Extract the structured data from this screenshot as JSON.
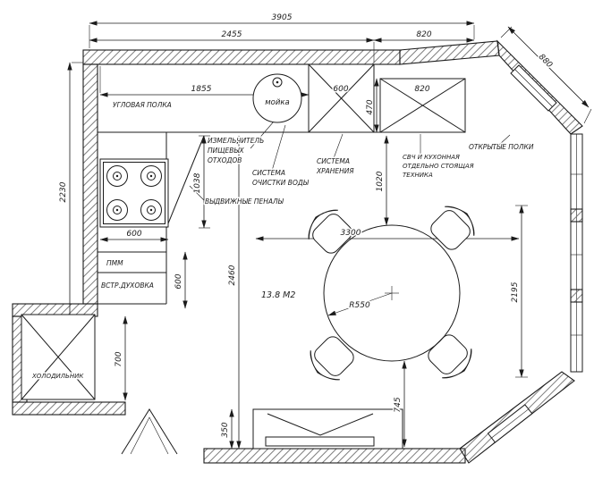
{
  "area_label": "13.8 М2",
  "dims": {
    "overall_width": "3905",
    "top_span_left": "2455",
    "top_span_right": "820",
    "bay_diagonal": "880",
    "left_wall_height": "2230",
    "counter_run": "1855",
    "storage_width": "600",
    "appliance_width": "820",
    "appliance_depth": "470",
    "corner_unit_depth": "1038",
    "stove_width": "600",
    "oven_column_height": "600",
    "fridge_niche_depth": "700",
    "room_depth": "2460",
    "room_width": "3300",
    "table_clearance": "1020",
    "right_wall_span": "2195",
    "table_radius": "R550",
    "bench_clearance": "745",
    "bench_offset": "350"
  },
  "labels": {
    "corner_shelf": "УГЛОВАЯ ПОЛКА",
    "sink": "мойка",
    "waste_grinder": [
      "ИЗМЕЛЬЧИТЕЛЬ",
      "ПИЩЕВЫХ",
      "ОТХОДОВ"
    ],
    "water_filter": [
      "СИСТЕМА",
      "ОЧИСТКИ ВОДЫ"
    ],
    "storage_system": [
      "СИСТЕМА",
      "ХРАНЕНИЯ"
    ],
    "standalone_appliances": [
      "СВЧ И КУХОННАЯ",
      "ОТДЕЛЬНО СТОЯЩАЯ",
      "ТЕХНИКА"
    ],
    "open_shelves": "ОТКРЫТЫЕ ПОЛКИ",
    "pullout_units": "ВЫДВИЖНЫЕ ПЕНАЛЫ",
    "dishwasher": "ПММ",
    "built_in_oven": "ВСТР.ДУХОВКА",
    "fridge": "ХОЛОДИЛЬНИК"
  },
  "colors": {
    "ink": "#1b1b1b",
    "paper": "#ffffff"
  }
}
